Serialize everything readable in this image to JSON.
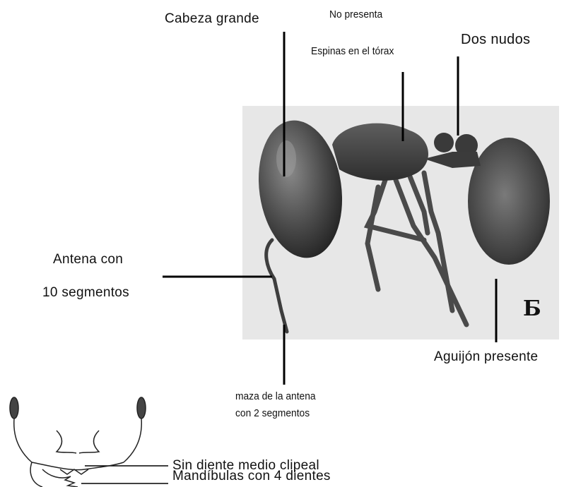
{
  "labels": {
    "head": "Cabeza grande",
    "spines_line1": "No presenta",
    "spines_line2": "Espinas en el tórax",
    "nodes": "Dos nudos",
    "antenna_line1": "Antena con",
    "antenna_line2": "10 segmentos",
    "club_line1": "maza de la antena",
    "club_line2": "con 2 segmentos",
    "sting": "Aguijón presente",
    "clypeus": "Sin diente medio clipeal",
    "mandibles": "Mandíbulas con 4 dientes",
    "photo_letter": "Б"
  }
}
